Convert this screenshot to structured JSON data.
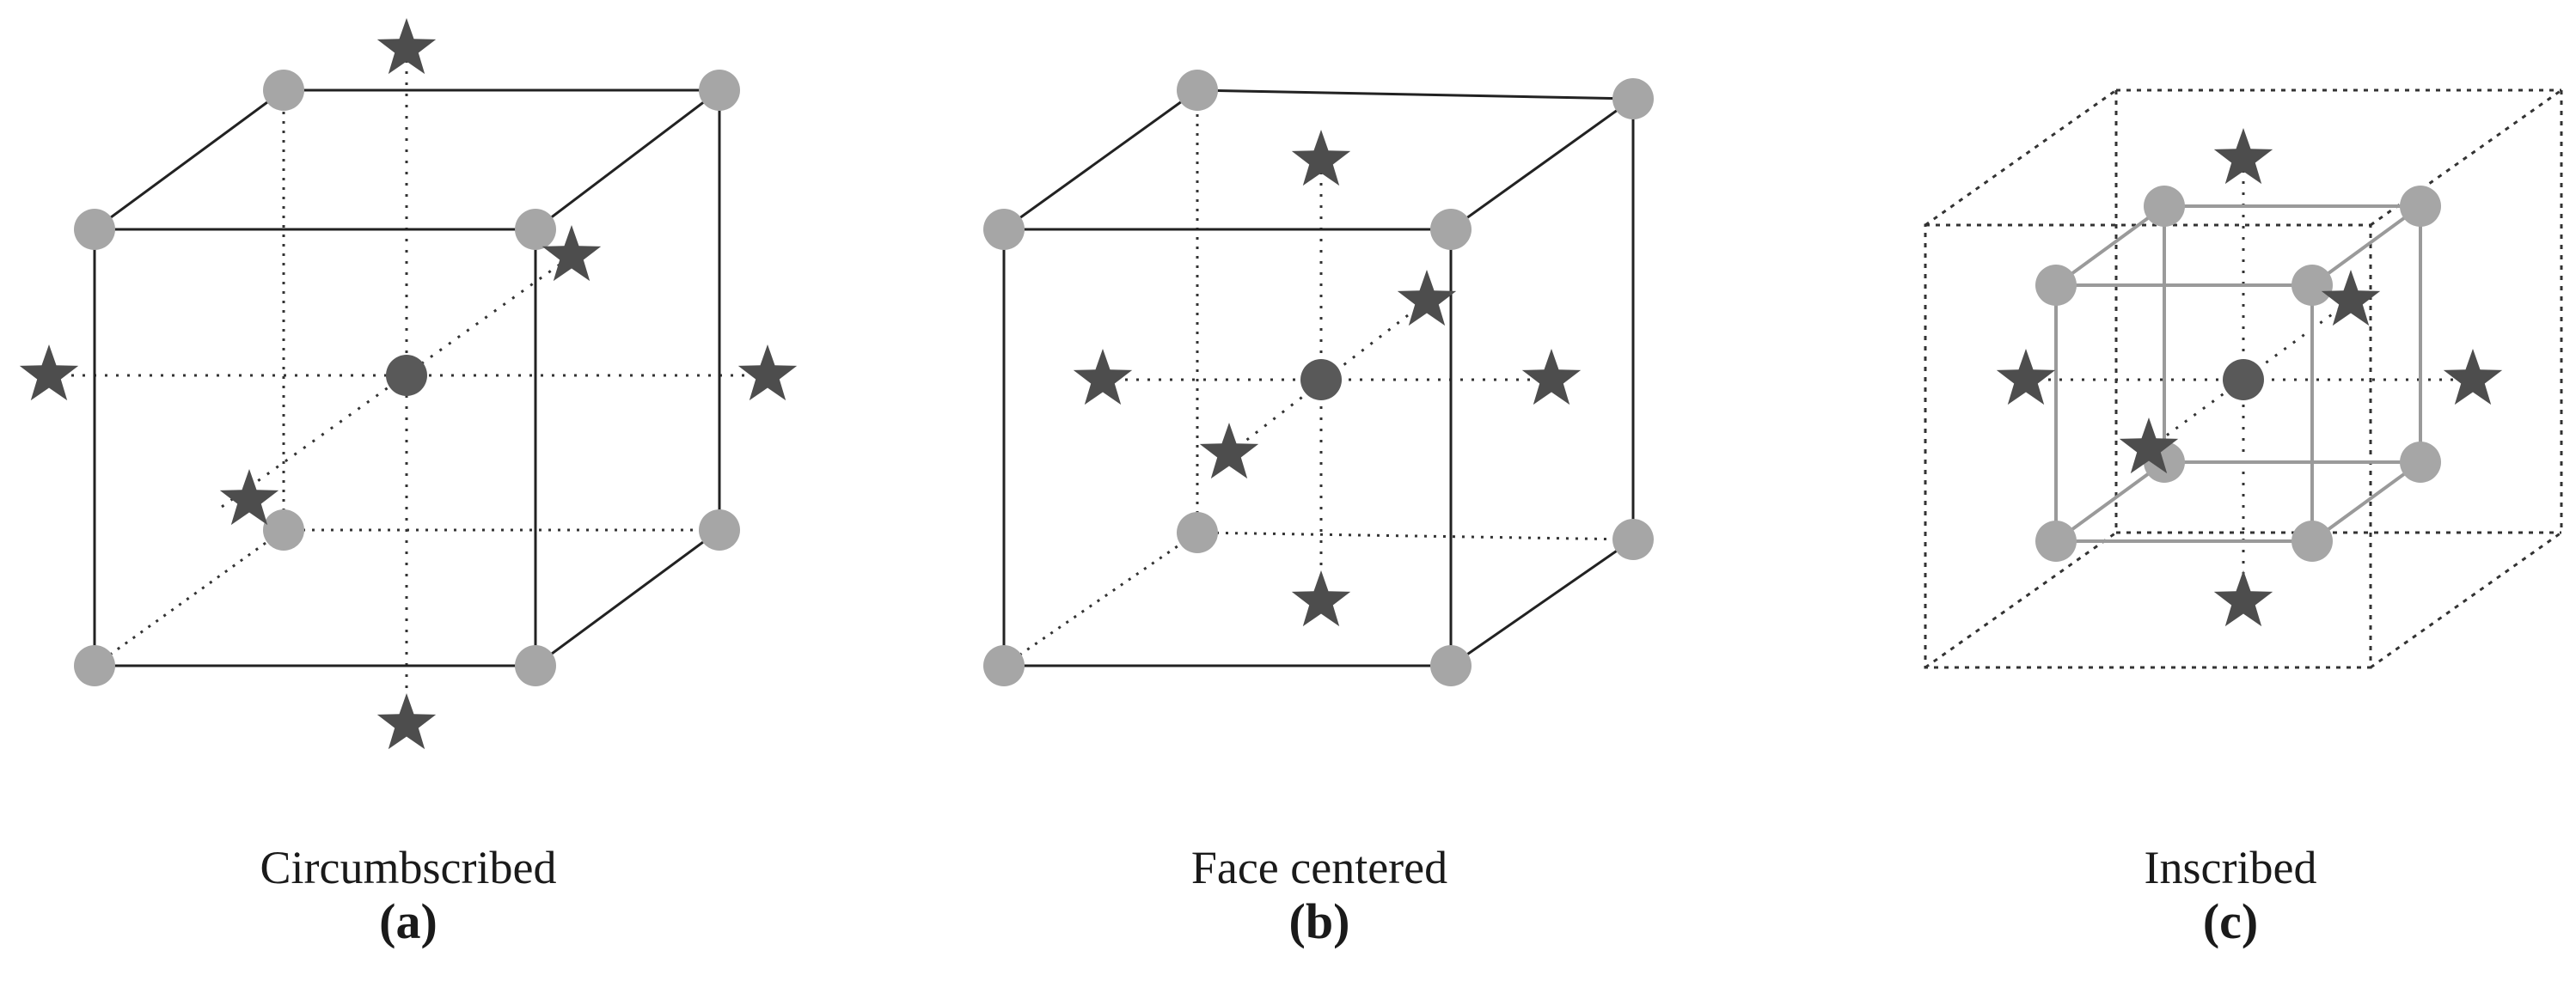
{
  "figure": {
    "colors": {
      "edge": "#222222",
      "dotted": "#333333",
      "corner_point": "#a6a6a6",
      "inner_cube_edge": "#9a9a9a",
      "center_point": "#595959",
      "axial_point": "#4d4d4d"
    },
    "panels": [
      {
        "name": "Circumbscribed",
        "letter": "(a)"
      },
      {
        "name": "Face centered",
        "letter": "(b)"
      },
      {
        "name": "Inscribed",
        "letter": "(c)"
      }
    ]
  }
}
